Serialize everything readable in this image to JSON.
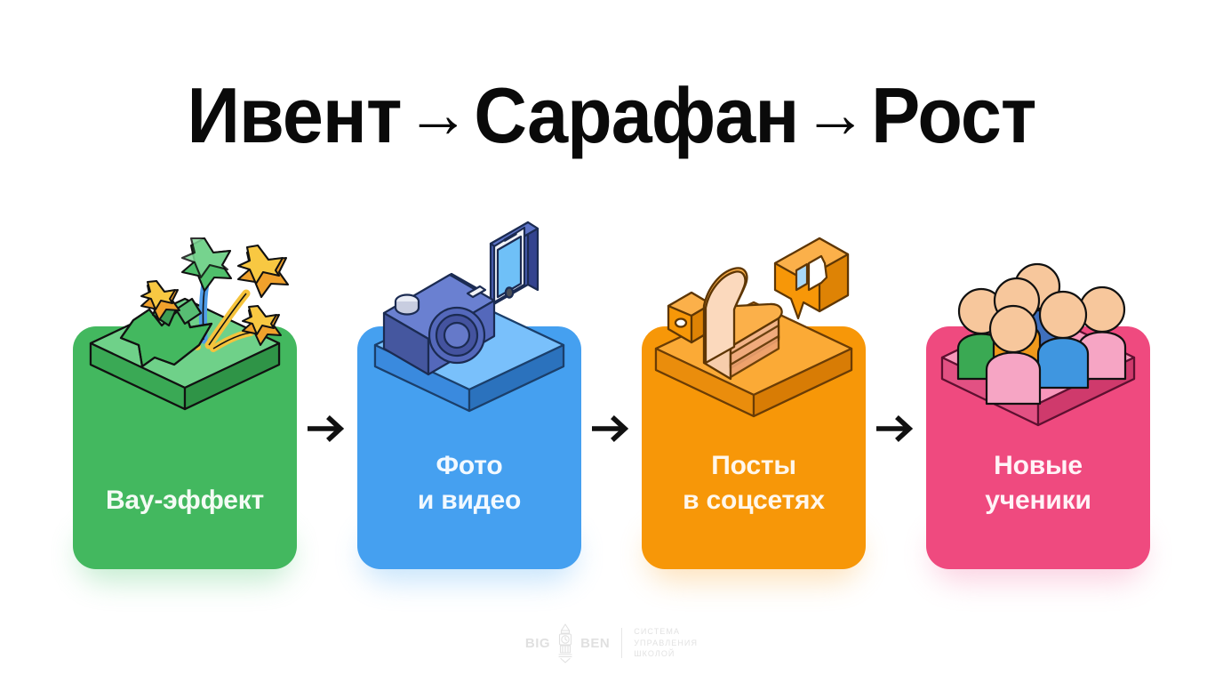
{
  "page": {
    "background": "#ffffff",
    "title_parts": [
      "Ивент",
      "→",
      "Сарафан",
      "→",
      "Рост"
    ],
    "title_full": "Ивент → Сарафан → Рост",
    "title_color": "#0a0a0a"
  },
  "flow": {
    "arrow_glyph": "→",
    "arrow_color": "#111111",
    "connector_count": 3,
    "steps": [
      {
        "index": 1,
        "label": "Вау-эффект",
        "icon": "fireworks-stars-icon",
        "color": "#43b85f",
        "color_dark": "#35a04e",
        "color_light": "#6fd189",
        "text_color": "#f4fbf5",
        "glow": "#7fd79a"
      },
      {
        "index": 2,
        "label": "Фото\nи видео",
        "icon": "camera-phone-icon",
        "color": "#45a0f0",
        "color_dark": "#2f7fd0",
        "color_light": "#79c0fb",
        "text_color": "#f2f9ff",
        "glow": "#86c5f7"
      },
      {
        "index": 3,
        "label": "Посты\nв соцсетях",
        "icon": "thumbs-up-like-icon",
        "color": "#f79708",
        "color_dark": "#d97f05",
        "color_light": "#fbb martin",
        "text_color": "#fff7ec",
        "glow": "#fbc271"
      },
      {
        "index": 4,
        "label": "Новые\nученики",
        "icon": "group-of-people-icon",
        "color": "#ef4a7f",
        "color_dark": "#d13468",
        "color_light": "#f897bb",
        "text_color": "#fff3f7",
        "glow": "#f79ec0"
      }
    ]
  },
  "footer": {
    "brand_left": "BIG",
    "brand_right": "BEN",
    "brand_icon": "clock-tower-icon",
    "tagline": "СИСТЕМА\nУПРАВЛЕНИЯ\nШКОЛОЙ",
    "color": "#dedede"
  }
}
